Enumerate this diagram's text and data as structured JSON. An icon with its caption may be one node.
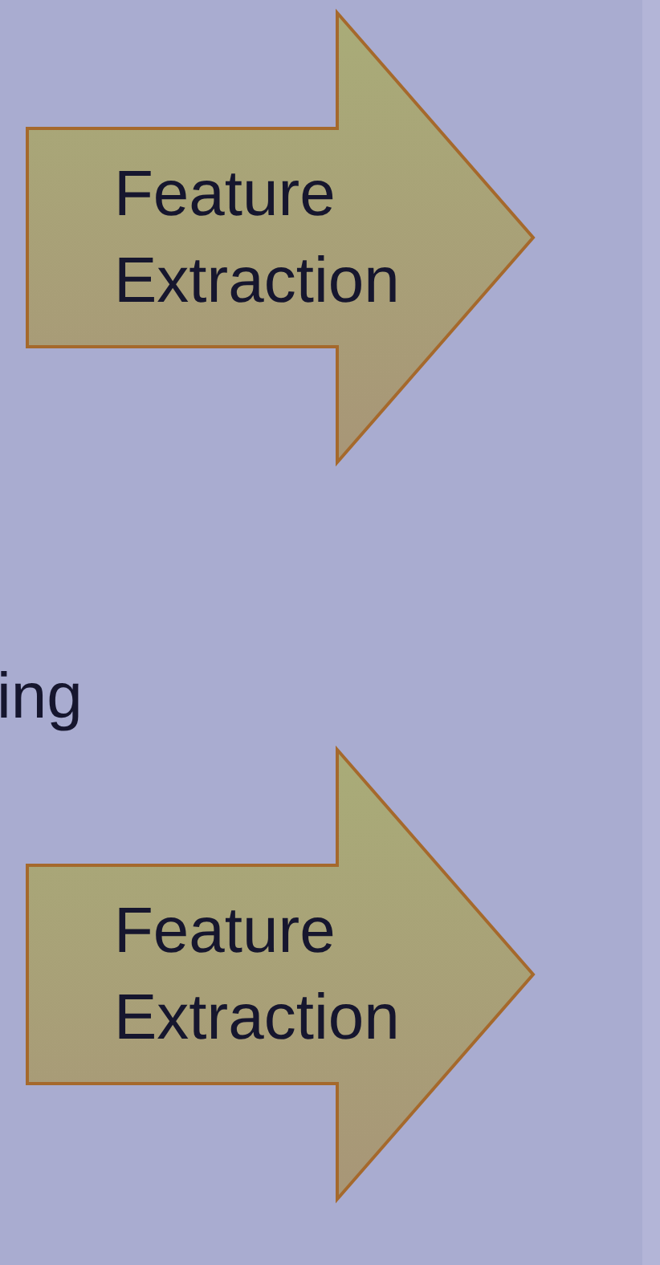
{
  "diagram": {
    "nodes": [
      {
        "text": [
          "Feature Extraction"
        ]
      },
      {
        "text": [
          "Feature Extraction"
        ]
      }
    ],
    "labels": [
      "ing"
    ]
  }
}
